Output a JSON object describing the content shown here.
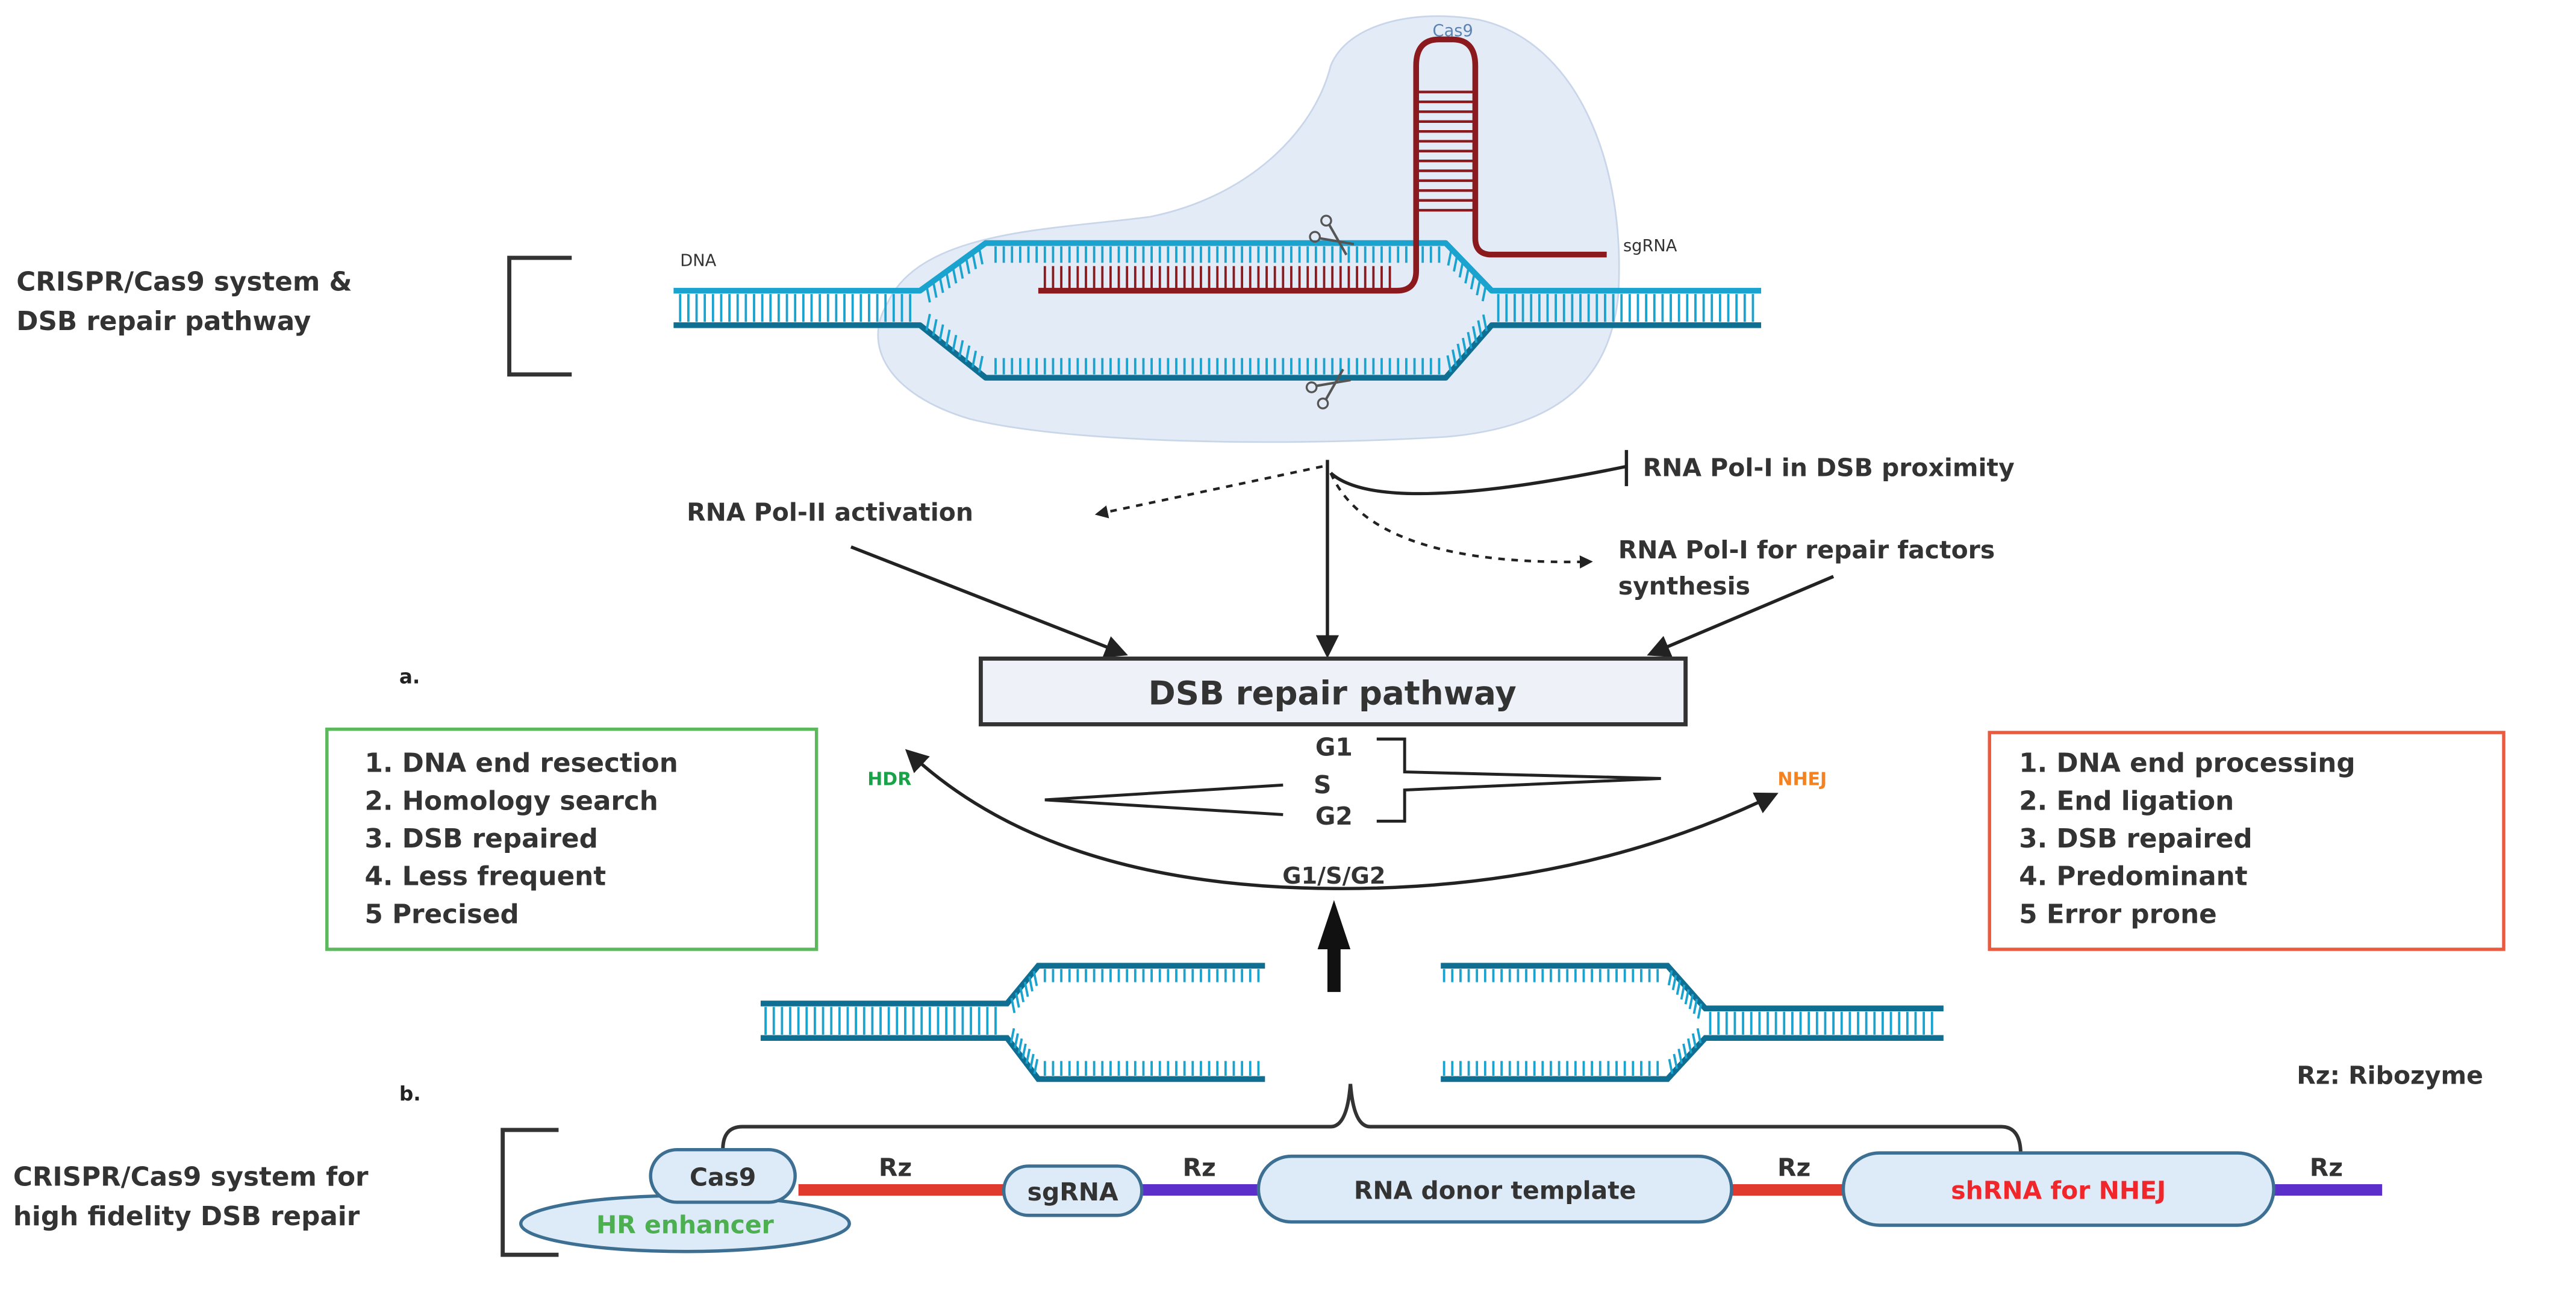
{
  "colors": {
    "dna_light": "#1aa3cf",
    "dna_dark": "#0f6f93",
    "sgrna": "#8b1a1f",
    "cas9_blob": "#e3ebf6",
    "hdr": "#18a349",
    "nhej": "#f58220",
    "hdr_box": "#5cb85c",
    "nhej_box": "#ea5a3f",
    "pill_fill": "#dcebf7",
    "pill_border": "#3d6f93",
    "rz_red": "#e03a2f",
    "rz_purple": "#5b2fc9",
    "shrna_text": "#f0262a",
    "hr_enhancer_text": "#4caf50"
  },
  "panel_a": {
    "side_label_line1": "CRISPR/Cas9 system &",
    "side_label_line2": "DSB repair pathway",
    "dna_label": "DNA",
    "cas9_label": "Cas9",
    "sgrna_label": "sgRNA",
    "panel_letter": "a.",
    "pol2_label": "RNA Pol-II activation",
    "pol1_proximity_label": "RNA Pol-I in DSB proximity",
    "pol1_repair_line1": "RNA Pol-I for repair factors",
    "pol1_repair_line2": "synthesis",
    "dsb_box_label": "DSB repair pathway",
    "phases": [
      "G1",
      "S",
      "G2"
    ],
    "cycle_label": "G1/S/G2",
    "hdr_label": "HDR",
    "nhej_label": "NHEJ",
    "hdr_steps": [
      "1. DNA end resection",
      "2. Homology search",
      "3. DSB repaired",
      "4. Less frequent",
      "5  Precised"
    ],
    "nhej_steps": [
      "1. DNA end processing",
      "2. End ligation",
      "3. DSB repaired",
      "4. Predominant",
      "5  Error prone"
    ]
  },
  "panel_b": {
    "panel_letter": "b.",
    "side_label_line1": "CRISPR/Cas9 system for",
    "side_label_line2": "high fidelity DSB repair",
    "legend": "Rz: Ribozyme",
    "components": {
      "cas9": "Cas9",
      "hr_enhancer": "HR enhancer",
      "sgrna": "sgRNA",
      "donor": "RNA donor template",
      "shrna": "shRNA  for NHEJ"
    },
    "rz_labels": [
      "Rz",
      "Rz",
      "Rz",
      "Rz"
    ]
  }
}
